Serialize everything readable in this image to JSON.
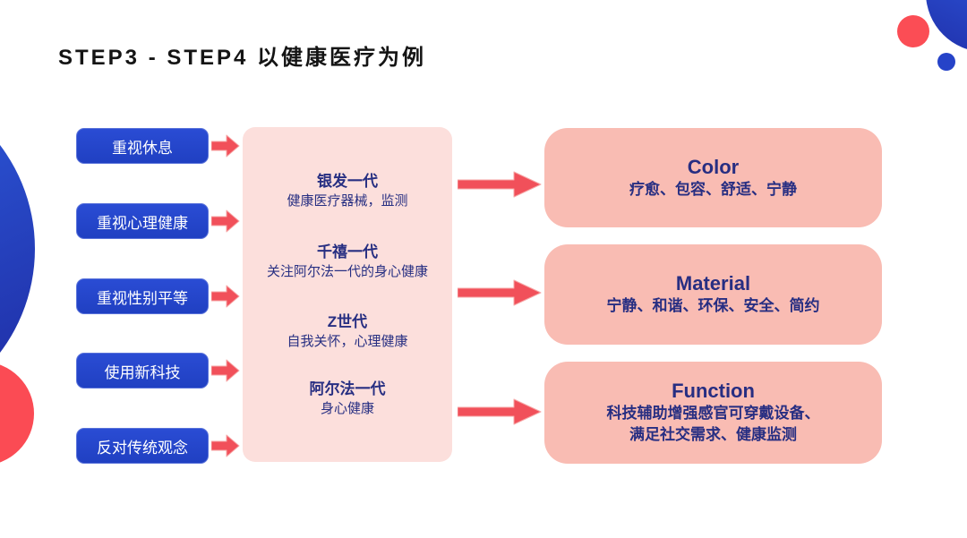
{
  "title": "STEP3 - STEP4 以健康医疗为例",
  "left_buttons": [
    {
      "label": "重视休息"
    },
    {
      "label": "重视心理健康"
    },
    {
      "label": "重视性别平等"
    },
    {
      "label": "使用新科技"
    },
    {
      "label": "反对传统观念"
    }
  ],
  "center_panel": {
    "groups": [
      {
        "heading": "银发一代",
        "body": "健康医疗器械，监测"
      },
      {
        "heading": "千禧一代",
        "body": "关注阿尔法一代的身心健康"
      },
      {
        "heading": "Z世代",
        "body": "自我关怀，心理健康"
      },
      {
        "heading": "阿尔法一代",
        "body": "身心健康"
      }
    ]
  },
  "right_boxes": [
    {
      "heading": "Color",
      "body": "疗愈、包容、舒适、宁静"
    },
    {
      "heading": "Material",
      "body": "宁静、和谐、环保、安全、简约"
    },
    {
      "heading": "Function",
      "body": "科技辅助增强感官可穿戴设备、\n满足社交需求、健康监测"
    }
  ],
  "icons": {
    "arrow_right": "block-arrow-right"
  },
  "colors": {
    "button_blue": "#2343c9",
    "arrow_red": "#f1505a",
    "panel_pink": "#fcdfdc",
    "box_salmon": "#f9bcb3",
    "text_navy": "#272f82",
    "deco_blue": "#2b4fd2",
    "deco_red": "#fb4b54",
    "title_black": "#141414"
  }
}
